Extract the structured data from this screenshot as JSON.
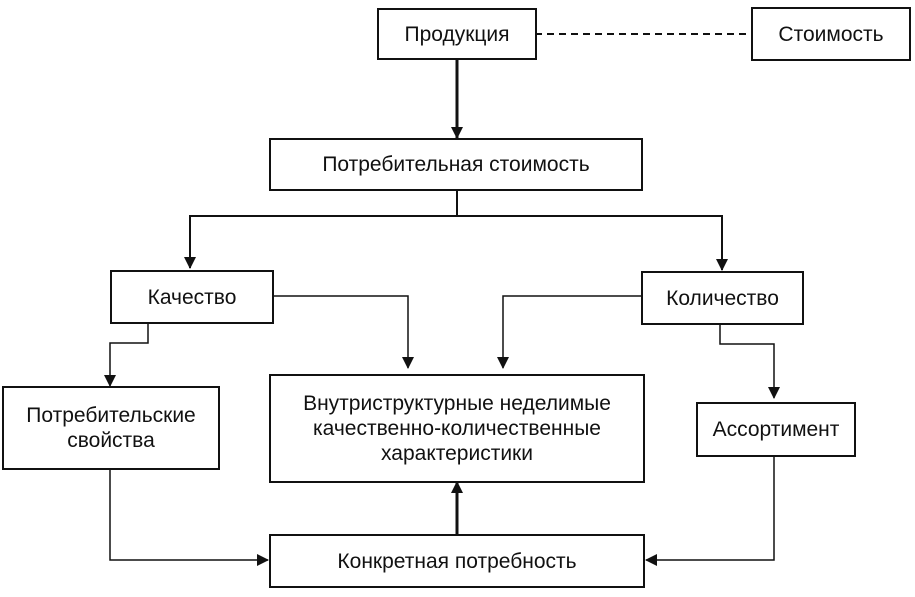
{
  "diagram": {
    "nodes": {
      "produkciya": "Продукция",
      "stoimost": "Стоимость",
      "potrebitelnaya_stoimost": "Потребительная стоимость",
      "kachestvo": "Качество",
      "kolichestvo": "Количество",
      "potrebitelskie_svoystva": [
        "Потребительские",
        "свойства"
      ],
      "vnutristrukturnye": [
        "Внутриструктурные неделимые",
        "качественно-количественные",
        "характеристики"
      ],
      "assortiment": "Ассортимент",
      "konkretnaya_potrebnost": "Конкретная потребность"
    },
    "edges": [
      {
        "from": "produkciya",
        "to": "stoimost",
        "style": "dashed"
      },
      {
        "from": "produkciya",
        "to": "potrebitelnaya_stoimost",
        "style": "arrow"
      },
      {
        "from": "potrebitelnaya_stoimost",
        "to": "kachestvo",
        "style": "arrow"
      },
      {
        "from": "potrebitelnaya_stoimost",
        "to": "kolichestvo",
        "style": "arrow"
      },
      {
        "from": "kachestvo",
        "to": "vnutristrukturnye",
        "style": "arrow"
      },
      {
        "from": "kolichestvo",
        "to": "vnutristrukturnye",
        "style": "arrow"
      },
      {
        "from": "kachestvo",
        "to": "potrebitelskie_svoystva",
        "style": "arrow"
      },
      {
        "from": "kolichestvo",
        "to": "assortiment",
        "style": "arrow"
      },
      {
        "from": "potrebitelskie_svoystva",
        "to": "konkretnaya_potrebnost",
        "style": "arrow"
      },
      {
        "from": "assortiment",
        "to": "konkretnaya_potrebnost",
        "style": "arrow"
      },
      {
        "from": "konkretnaya_potrebnost",
        "to": "vnutristrukturnye",
        "style": "arrow"
      }
    ]
  }
}
